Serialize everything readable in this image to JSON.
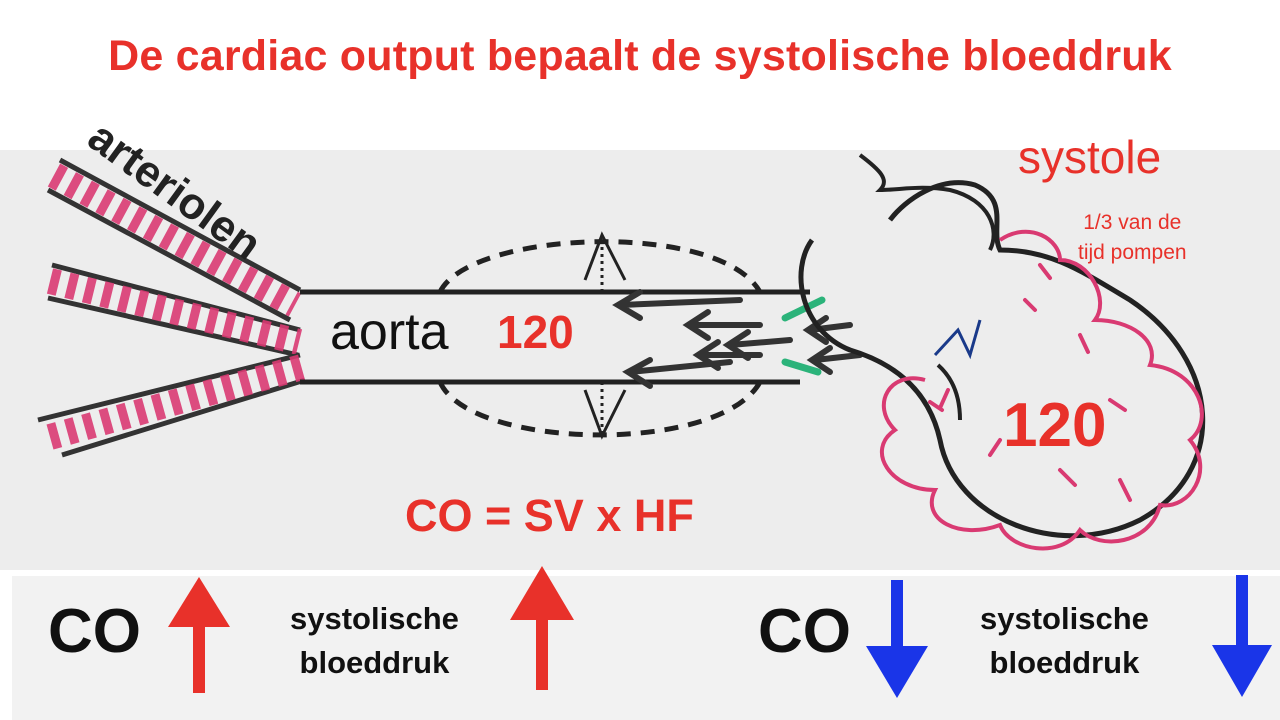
{
  "title": "De cardiac output bepaalt de systolische bloeddruk",
  "labels": {
    "arteriolen": "arteriolen",
    "aorta": "aorta",
    "aorta_pressure": "120",
    "systole": "systole",
    "systole_sub_line1": "1/3 van de",
    "systole_sub_line2": "tijd pompen",
    "heart_pressure": "120",
    "formula": "CO = SV x HF"
  },
  "bottom": {
    "left": {
      "co": "CO",
      "line1": "systolische",
      "line2": "bloeddruk",
      "direction": "up",
      "arrow_color": "#e8312a"
    },
    "right": {
      "co": "CO",
      "line1": "systolische",
      "line2": "bloeddruk",
      "direction": "down",
      "arrow_color": "#1a35e8"
    }
  },
  "colors": {
    "accent_red": "#e8312a",
    "arrow_blue": "#1a35e8",
    "vessel_pink": "#d93a72",
    "valve_green": "#2bb37a",
    "ink": "#111111"
  }
}
